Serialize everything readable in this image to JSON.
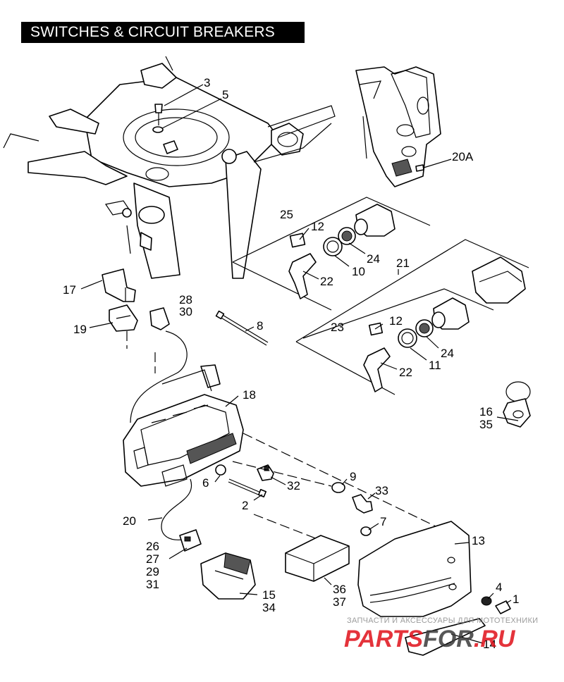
{
  "title": "SWITCHES & CIRCUIT BREAKERS",
  "callouts": {
    "c3": "3",
    "c5": "5",
    "c20a": "20A",
    "c25": "25",
    "c12a": "12",
    "c24a": "24",
    "c10": "10",
    "c22a": "22",
    "c21": "21",
    "c17": "17",
    "c28": "28",
    "c30": "30",
    "c19": "19",
    "c8": "8",
    "c23": "23",
    "c12b": "12",
    "c24b": "24",
    "c11": "11",
    "c22b": "22",
    "c18": "18",
    "c16": "16",
    "c35": "35",
    "c9": "9",
    "c6": "6",
    "c32": "32",
    "c33": "33",
    "c2": "2",
    "c7": "7",
    "c13": "13",
    "c20": "20",
    "c26": "26",
    "c27": "27",
    "c29": "29",
    "c31": "31",
    "c15": "15",
    "c34": "34",
    "c36": "36",
    "c37": "37",
    "c4": "4",
    "c1": "1",
    "c14": "14"
  },
  "watermark": {
    "caption": "ЗАПЧАСТИ И АКСЕССУАРЫ ДЛЯ МОТОТЕХНИКИ",
    "logo_part1": "PARTS",
    "logo_part2": "FOR",
    "logo_part3": ".RU"
  }
}
